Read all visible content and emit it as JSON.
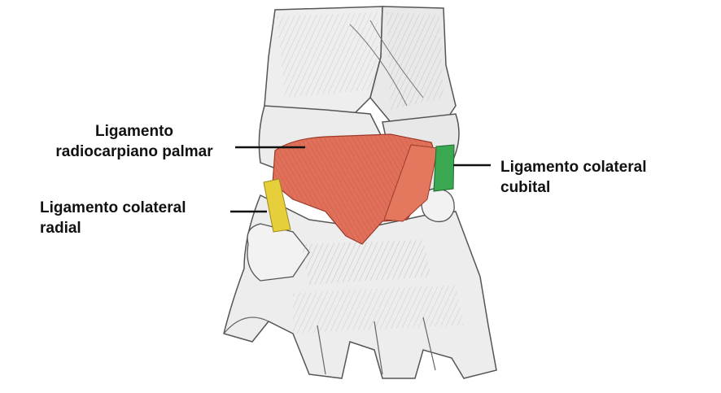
{
  "labels": {
    "palmar": {
      "line1": "Ligamento",
      "line2": "radiocarpiano palmar"
    },
    "cubital": {
      "line1": "Ligamento colateral",
      "line2": "cubital"
    },
    "radial": {
      "line1": "Ligamento colateral",
      "line2": "radial"
    }
  },
  "colors": {
    "palmar_ligament": "#e0705a",
    "ulnar_collateral": "#3aa850",
    "radial_collateral": "#e6cf3a",
    "bone": "#ededed",
    "outline": "#555555",
    "leader": "#111111"
  }
}
